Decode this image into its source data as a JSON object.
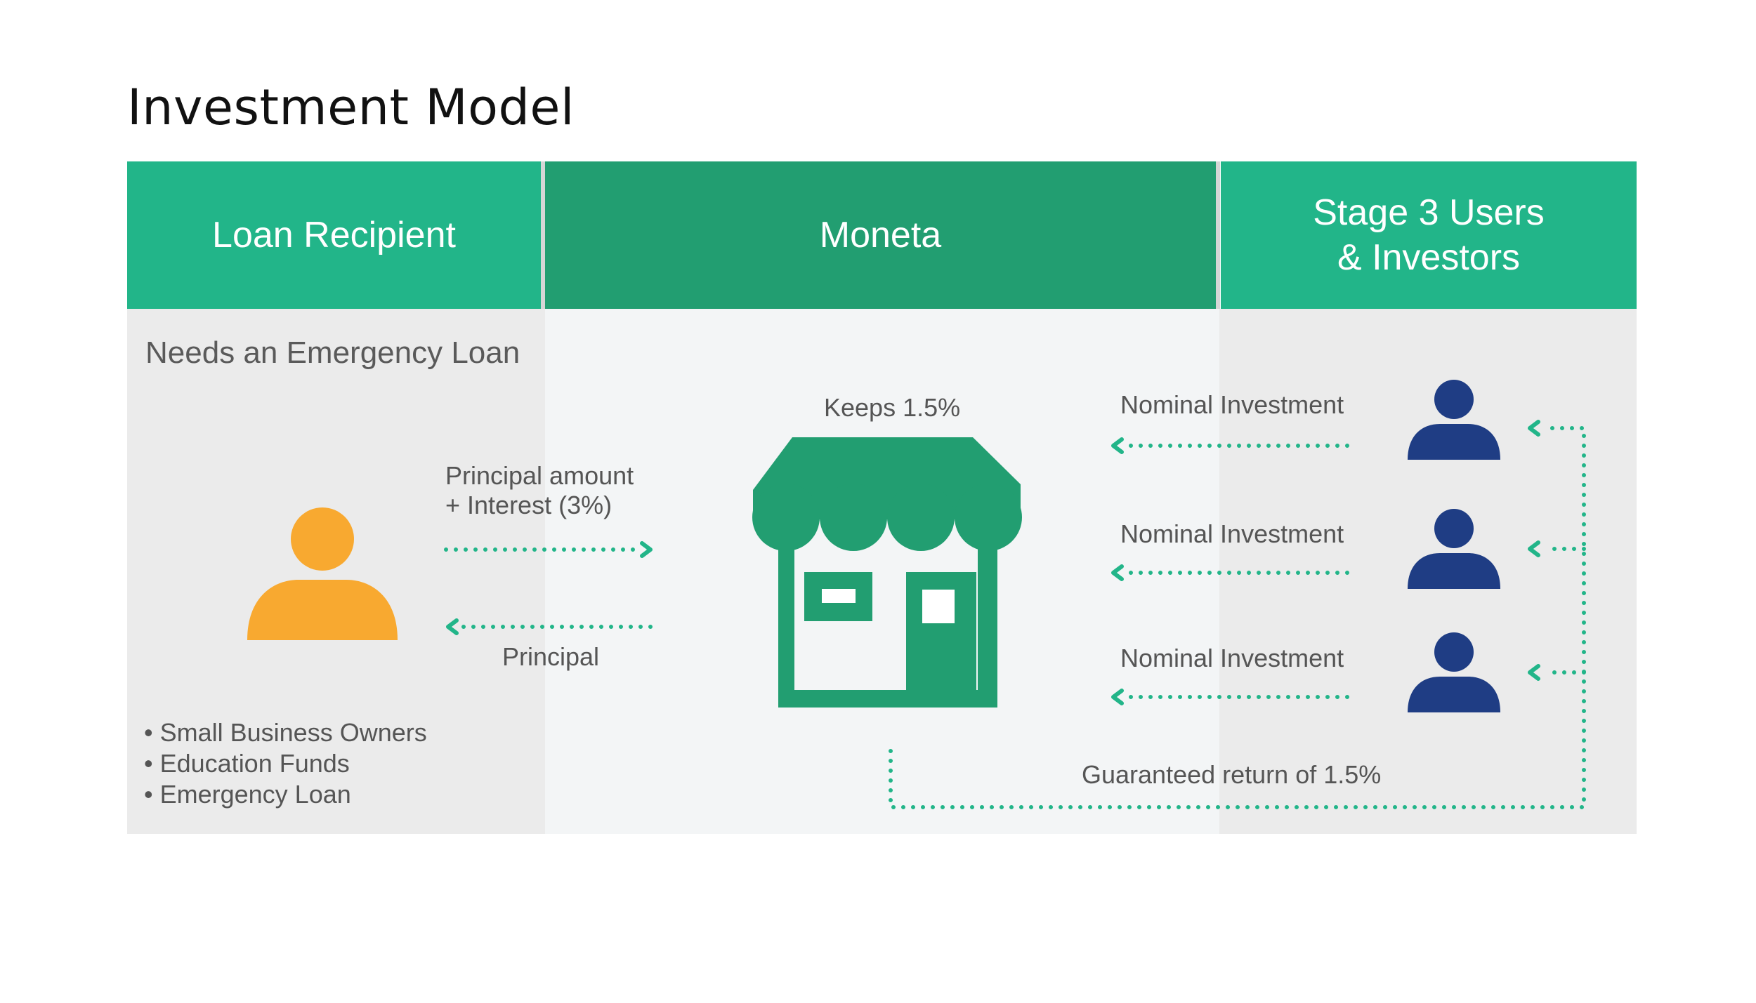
{
  "title": "Investment Model",
  "columns": {
    "left": "Loan Recipient",
    "middle": "Moneta",
    "right_line1": "Stage 3 Users",
    "right_line2": "& Investors"
  },
  "left": {
    "subtitle": "Needs an Emergency Loan",
    "bullets": [
      "Small Business Owners",
      "Education Funds",
      "Emergency Loan"
    ]
  },
  "flows": {
    "to_moneta_line1": "Principal amount",
    "to_moneta_line2": "+ Interest (3%)",
    "to_recipient": "Principal",
    "moneta_keeps": "Keeps 1.5%",
    "investment_label": "Nominal Investment",
    "guaranteed": "Guaranteed return of 1.5%"
  },
  "icons": {
    "recipient": "person-icon",
    "moneta": "storefront-icon",
    "investor": "person-icon",
    "arrows": "dotted-arrow-icon"
  },
  "colors": {
    "header_light": "#22b589",
    "header_dark": "#229e71",
    "recipient": "#f8a930",
    "investor": "#1f3d84",
    "arrow": "#22b589"
  }
}
